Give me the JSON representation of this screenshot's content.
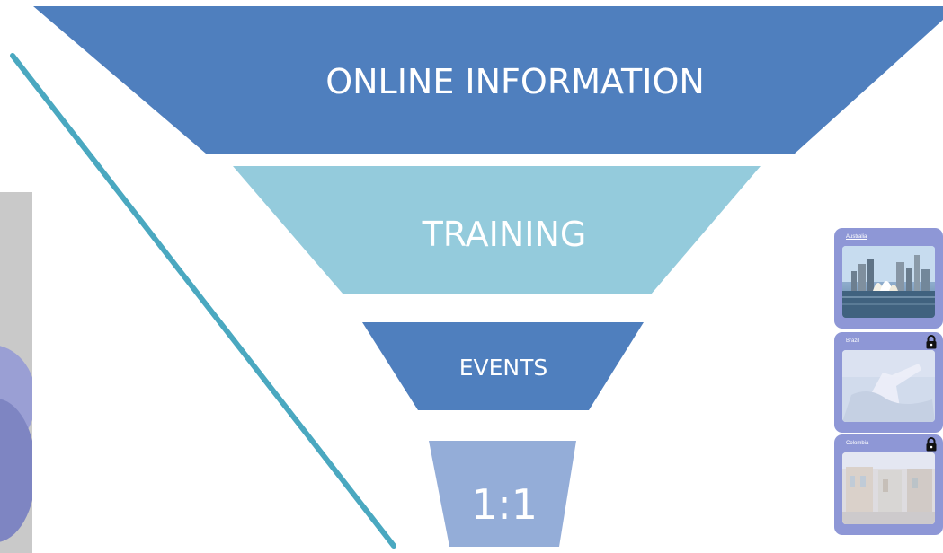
{
  "funnel": {
    "levels": [
      {
        "label": "ONLINE INFORMATION",
        "color": "#4f7fbe"
      },
      {
        "label": "TRAINING",
        "color": "#94cbdc"
      },
      {
        "label": "EVENTS",
        "color": "#4f7fbe"
      },
      {
        "label": "1:1",
        "color": "#94add8"
      }
    ],
    "accent_line_color": "#4aa8c0"
  },
  "countries": [
    {
      "name": "Australia",
      "locked": false,
      "card_color": "#8e97d6"
    },
    {
      "name": "Brazil",
      "locked": true,
      "card_color": "#8e97d6"
    },
    {
      "name": "Colombia",
      "locked": true,
      "card_color": "#8e97d6"
    }
  ]
}
